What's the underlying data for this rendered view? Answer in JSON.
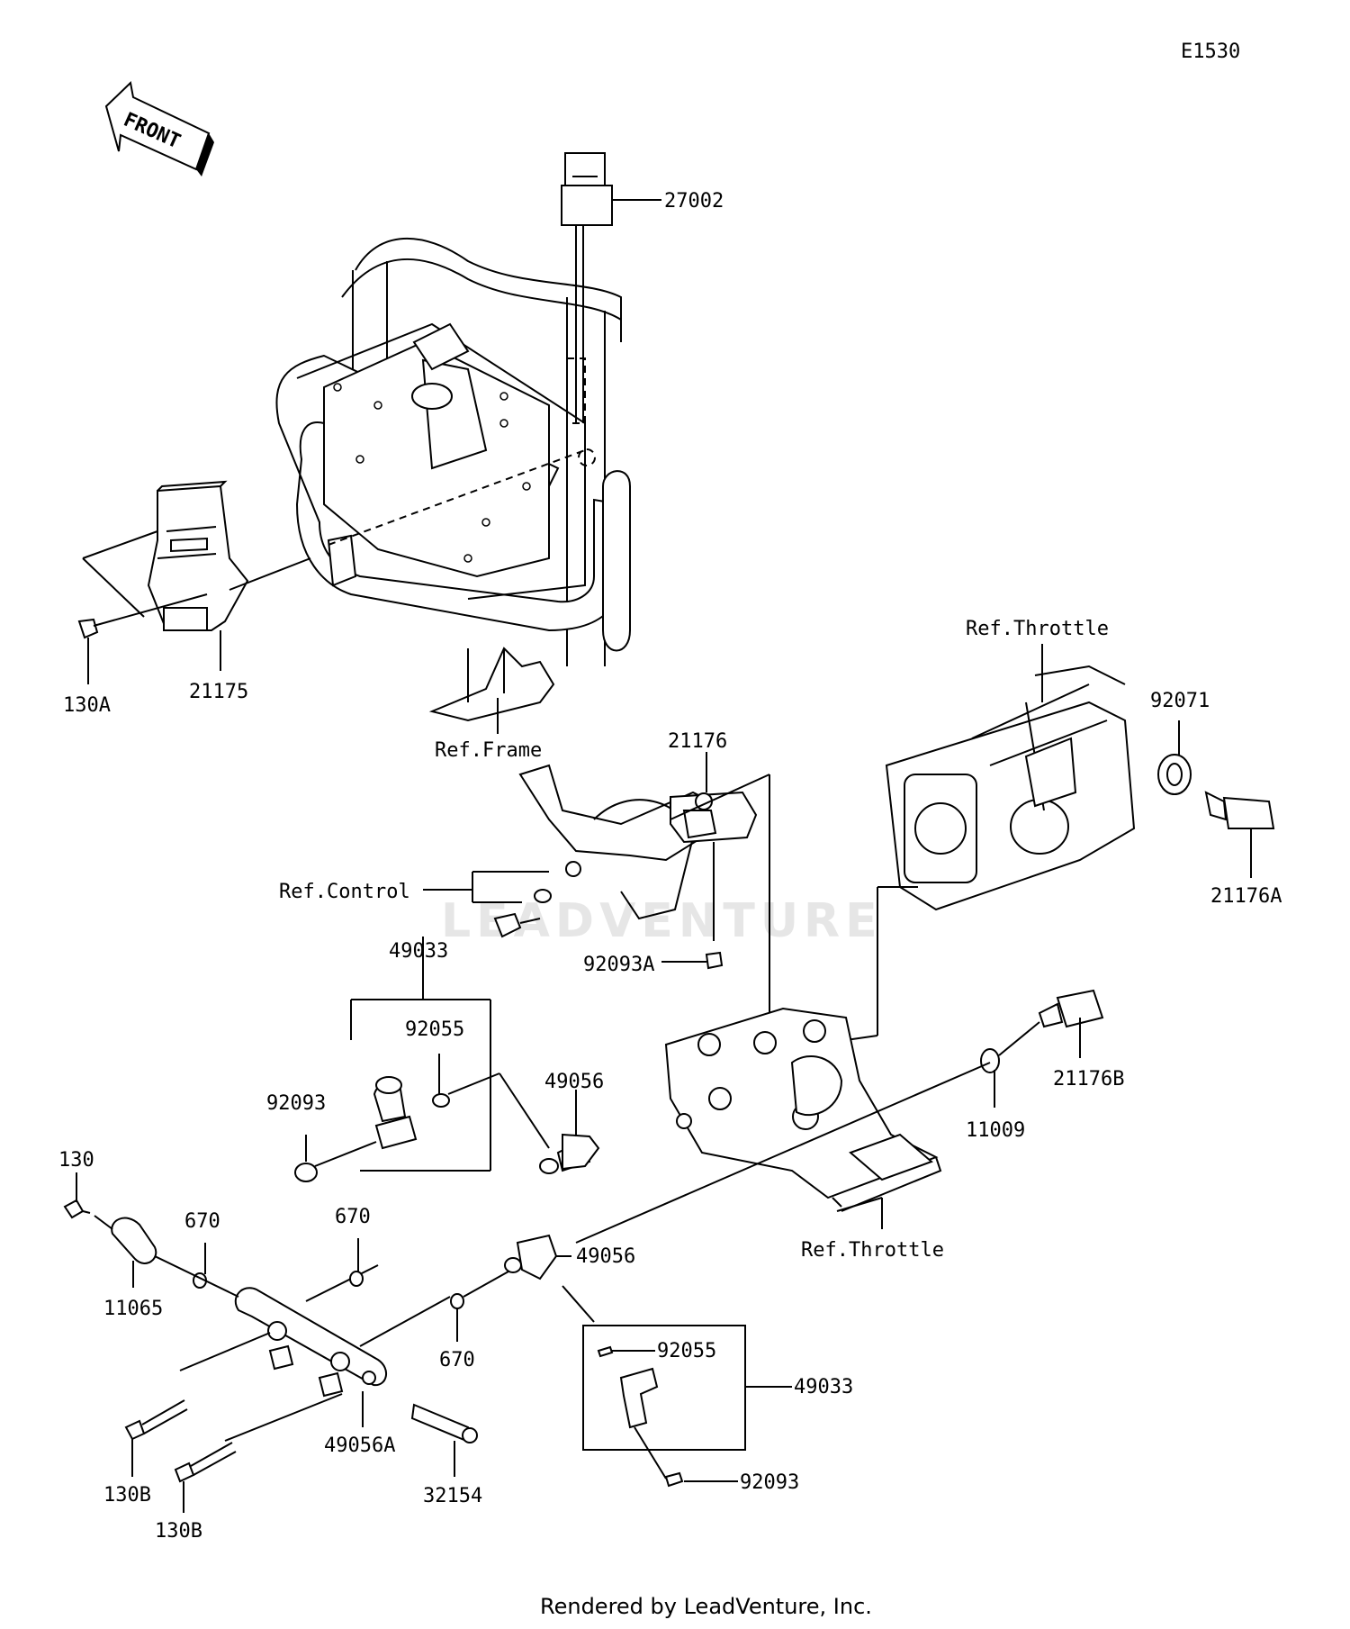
{
  "diagram_code": "E1530",
  "front_label": "FRONT",
  "watermark": "LEADVENTURE",
  "footer": "Rendered by LeadVenture, Inc.",
  "labels": {
    "p27002": "27002",
    "p21175": "21175",
    "p130A": "130A",
    "ref_frame": "Ref.Frame",
    "ref_throttle_top": "Ref.Throttle",
    "p92071": "92071",
    "p21176A": "21176A",
    "p21176": "21176",
    "ref_control": "Ref.Control",
    "p92093A": "92093A",
    "p49033_top": "49033",
    "p92055_top": "92055",
    "p92093_top": "92093",
    "p49056_top": "49056",
    "p21176B": "21176B",
    "p11009": "11009",
    "ref_throttle_bottom": "Ref.Throttle",
    "p130": "130",
    "p670_left": "670",
    "p670_mid": "670",
    "p11065": "11065",
    "p49056_bottom": "49056",
    "p670_low": "670",
    "p92055_bottom": "92055",
    "p49033_bottom": "49033",
    "p49056A": "49056A",
    "p32154": "32154",
    "p130B_a": "130B",
    "p130B_b": "130B",
    "p92093_bottom": "92093"
  }
}
